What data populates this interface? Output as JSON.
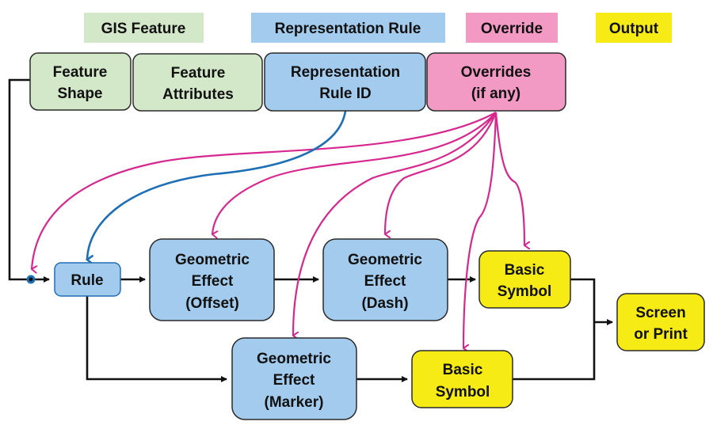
{
  "colors": {
    "gis_feature": "#d3e8c9",
    "representation_rule": "#a3cbed",
    "override": "#f29ac4",
    "output": "#f6eb14",
    "override_arrow": "#d6288e",
    "rule_id_arrow": "#1f6fb5",
    "flow_line": "#111111"
  },
  "legend": [
    {
      "id": "gis",
      "label": "GIS Feature",
      "category": "gis_feature"
    },
    {
      "id": "rep",
      "label": "Representation Rule",
      "category": "representation_rule"
    },
    {
      "id": "ovr",
      "label": "Override",
      "category": "override"
    },
    {
      "id": "out",
      "label": "Output",
      "category": "output"
    }
  ],
  "nodes": {
    "feature_shape": {
      "lines": [
        "Feature",
        "Shape"
      ],
      "category": "gis_feature"
    },
    "feature_attributes": {
      "lines": [
        "Feature",
        "Attributes"
      ],
      "category": "gis_feature"
    },
    "rule_id": {
      "lines": [
        "Representation",
        "Rule ID"
      ],
      "category": "representation_rule"
    },
    "overrides": {
      "lines": [
        "Overrides",
        "(if any)"
      ],
      "category": "override"
    },
    "rule": {
      "lines": [
        "Rule"
      ],
      "category": "representation_rule"
    },
    "geo_offset": {
      "lines": [
        "Geometric",
        "Effect",
        "(Offset)"
      ],
      "category": "representation_rule"
    },
    "geo_dash": {
      "lines": [
        "Geometric",
        "Effect",
        "(Dash)"
      ],
      "category": "representation_rule"
    },
    "basic_symbol_1": {
      "lines": [
        "Basic",
        "Symbol"
      ],
      "category": "output"
    },
    "geo_marker": {
      "lines": [
        "Geometric",
        "Effect",
        "(Marker)"
      ],
      "category": "representation_rule"
    },
    "basic_symbol_2": {
      "lines": [
        "Basic",
        "Symbol"
      ],
      "category": "output"
    },
    "screen_print": {
      "lines": [
        "Screen",
        "or Print"
      ],
      "category": "output"
    }
  },
  "edges": [
    {
      "from": "feature_shape",
      "to": "rule",
      "type": "flow"
    },
    {
      "from": "rule",
      "to": "geo_offset",
      "type": "flow"
    },
    {
      "from": "geo_offset",
      "to": "geo_dash",
      "type": "flow"
    },
    {
      "from": "geo_dash",
      "to": "basic_symbol_1",
      "type": "flow"
    },
    {
      "from": "rule",
      "to": "geo_marker",
      "type": "flow"
    },
    {
      "from": "geo_marker",
      "to": "basic_symbol_2",
      "type": "flow"
    },
    {
      "from": "basic_symbol_1",
      "to": "screen_print",
      "type": "flow"
    },
    {
      "from": "basic_symbol_2",
      "to": "screen_print",
      "type": "flow"
    },
    {
      "from": "rule_id",
      "to": "rule",
      "type": "rule_id"
    },
    {
      "from": "overrides",
      "to": "rule_input",
      "type": "override"
    },
    {
      "from": "overrides",
      "to": "geo_offset",
      "type": "override"
    },
    {
      "from": "overrides",
      "to": "geo_marker",
      "type": "override"
    },
    {
      "from": "overrides",
      "to": "geo_dash",
      "type": "override"
    },
    {
      "from": "overrides",
      "to": "basic_symbol_2",
      "type": "override"
    },
    {
      "from": "overrides",
      "to": "basic_symbol_1",
      "type": "override"
    }
  ]
}
